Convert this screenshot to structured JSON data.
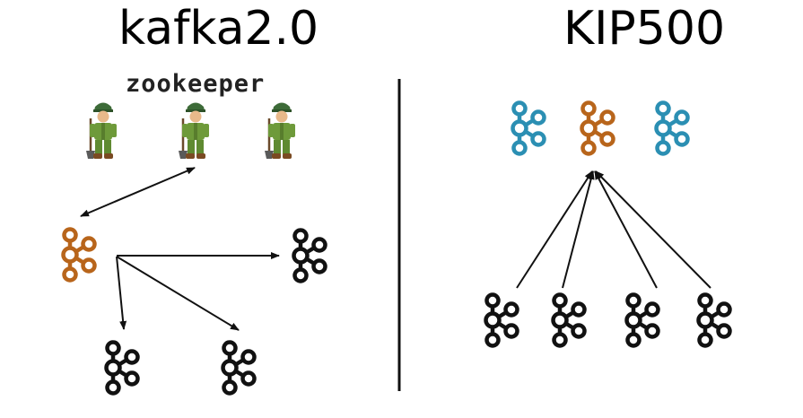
{
  "left_panel": {
    "title": "kafka2.0",
    "zookeeper_label": "zookeeper"
  },
  "right_panel": {
    "title": "KIP500"
  },
  "colors": {
    "controller": "#b8651b",
    "quorum_node": "#2b8fb3",
    "broker": "#111111",
    "keeper_uniform": "#6e9a3a",
    "keeper_cap": "#3d6b38",
    "arrow": "#111111",
    "divider": "#111111"
  },
  "icons": {
    "kafka_node": "kafka-logo-icon",
    "zookeeper_node": "zookeeper-keeper-icon"
  }
}
